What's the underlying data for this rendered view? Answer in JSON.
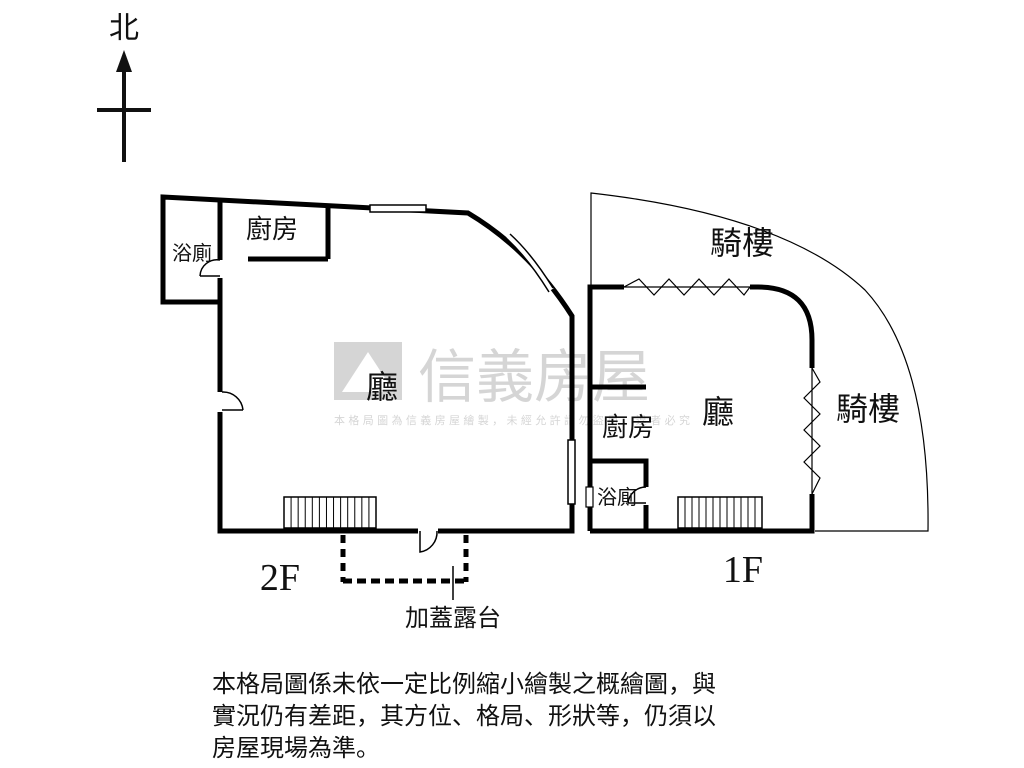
{
  "compass": {
    "north_label": "北"
  },
  "watermark": {
    "brand": "信義房屋",
    "fine_print": "本格局圖為信義房屋繪製，未經允許請勿盜用，違者必究"
  },
  "floor_2f": {
    "label": "2F",
    "rooms": {
      "bathroom": "浴廁",
      "kitchen": "廚房",
      "hall": "廳"
    },
    "annex_label": "加蓋露台"
  },
  "floor_1f": {
    "label": "1F",
    "rooms": {
      "arcade_top": "騎樓",
      "arcade_right": "騎樓",
      "hall": "廳",
      "kitchen": "廚房",
      "bathroom": "浴廁"
    }
  },
  "disclaimer": {
    "lines": [
      "本格局圖係未依一定比例縮小繪製之概繪圖，與",
      "實況仍有差距，其方位、格局、形狀等，仍須以",
      "房屋現場為準。"
    ]
  }
}
